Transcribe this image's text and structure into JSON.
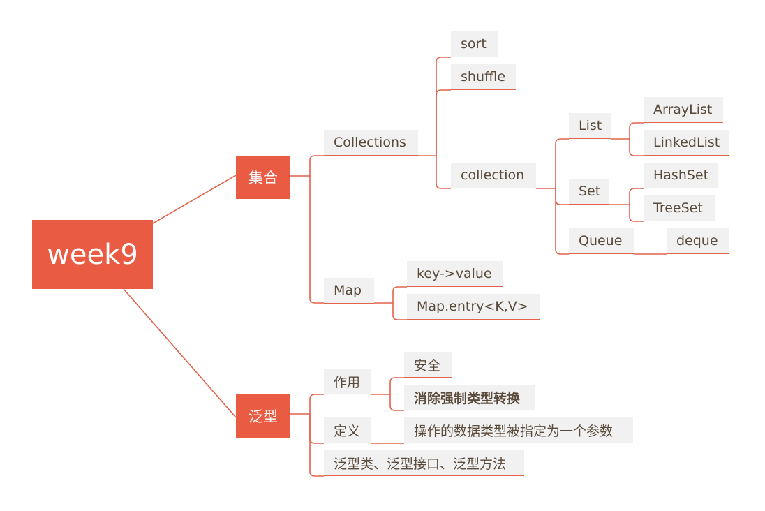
{
  "root": "week9",
  "branches": {
    "collections_group": {
      "label": "集合",
      "collections": {
        "label": "Collections",
        "sort": "sort",
        "shuffle": "shuffle",
        "collection": {
          "label": "collection",
          "list": {
            "label": "List",
            "arraylist": "ArrayList",
            "linkedlist": "LinkedList"
          },
          "set": {
            "label": "Set",
            "hashset": "HashSet",
            "treeset": "TreeSet"
          },
          "queue": {
            "label": "Queue",
            "deque": "deque"
          }
        }
      },
      "map": {
        "label": "Map",
        "key_value": "key->value",
        "entry": "Map.entry<K,V>"
      }
    },
    "generics": {
      "label": "泛型",
      "purpose": {
        "label": "作用",
        "safety": "安全",
        "no_cast": "消除强制类型转换"
      },
      "definition": {
        "label": "定义",
        "text": "操作的数据类型被指定为一个参数"
      },
      "kinds": "泛型类、泛型接口、泛型方法"
    }
  },
  "colors": {
    "accent": "#ea5b43",
    "topic_fill": "#f1f1f1",
    "topic_text": "#5a4a3a"
  }
}
